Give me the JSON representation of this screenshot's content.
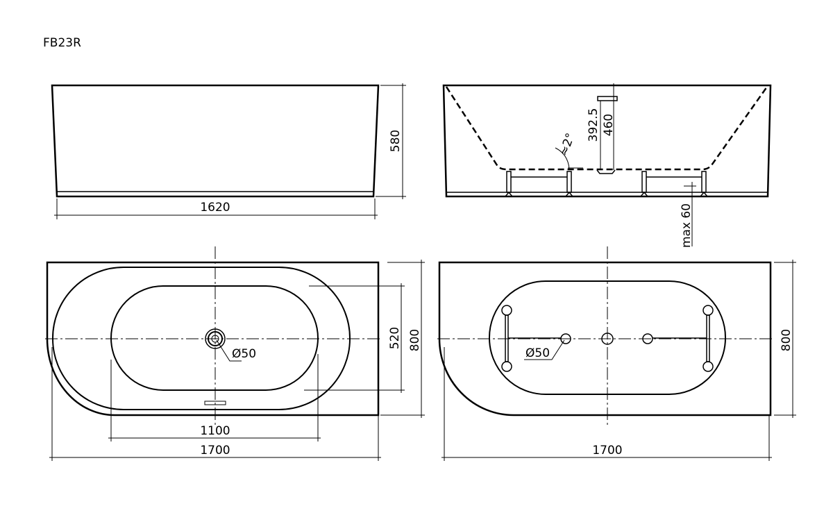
{
  "title": "FB23R",
  "front_view": {
    "width_label": "1620",
    "height_label": "580"
  },
  "side_view": {
    "overflow_height_label": "392.5",
    "drain_height_label": "460",
    "slope_label": "≈2°",
    "leg_adjust_label": "max 60"
  },
  "plan_view_top": {
    "drain_label": "Ø50",
    "inner_width_label": "1100",
    "outer_width_label": "1700",
    "inner_depth_label": "520",
    "outer_depth_label": "800"
  },
  "plan_view_bottom": {
    "drain_label": "Ø50",
    "outer_width_label": "1700",
    "outer_depth_label": "800"
  }
}
